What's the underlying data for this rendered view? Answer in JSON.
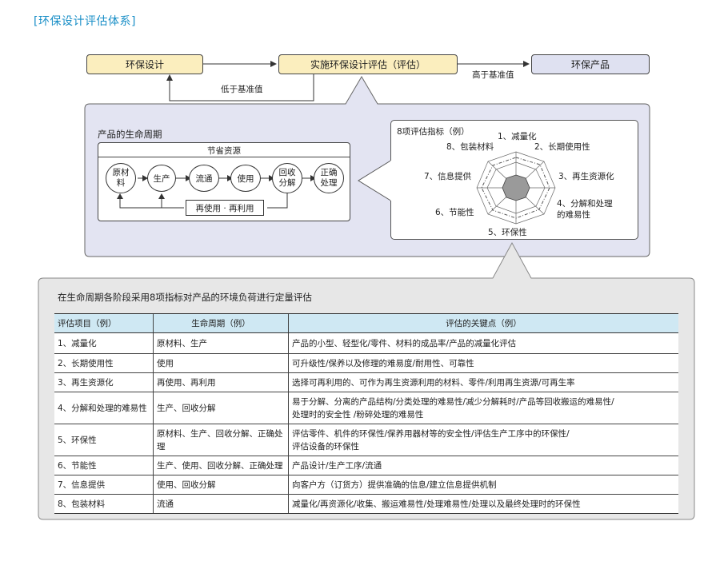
{
  "title": "[环保设计评估体系]",
  "flow": {
    "design": "环保设计",
    "evaluate": "实施环保设计评估（评估）",
    "product": "环保产品",
    "below": "低于基准值",
    "above": "高于基准值"
  },
  "lifecycle": {
    "title": "产品的生命周期",
    "save": "节省资源",
    "nodes": [
      "原材\n料",
      "生产",
      "流通",
      "使用",
      "回收\n分解",
      "正确\n处理"
    ],
    "reuse": "再使用 · 再利用"
  },
  "radar": {
    "title": "8项评估指标（例）",
    "labels": [
      "1、减量化",
      "2、长期使用性",
      "3、再生资源化",
      "4、分解和处理的难易性",
      "5、环保性",
      "6、节能性",
      "7、信息提供",
      "8、包装材料"
    ]
  },
  "table_section": {
    "heading": "在生命周期各阶段采用8项指标对产品的环境负荷进行定量评估",
    "headers": [
      "评估项目（例）",
      "生命周期（例）",
      "评估的关键点（例）"
    ],
    "rows": [
      [
        "1、减量化",
        "原材料、生产",
        "产品的小型、轻型化/零件、材料的成品率/产品的减量化评估"
      ],
      [
        "2、长期使用性",
        "使用",
        "可升级性/保养以及修理的难易度/耐用性、可靠性"
      ],
      [
        "3、再生资源化",
        "再使用、再利用",
        "选择可再利用的、可作为再生资源利用的材料、零件/利用再生资源/可再生率"
      ],
      [
        "4、分解和处理的难易性",
        "生产、回收分解",
        "易于分解、分离的产品结构/分类处理的难易性/减少分解耗时/产品等回收搬运的难易性/\n处理时的安全性 /粉碎处理的难易性"
      ],
      [
        "5、环保性",
        "原材料、生产、回收分解、正确处理",
        "评估零件、机件的环保性/保养用器材等的安全性/评估生产工序中的环保性/\n评估设备的环保性"
      ],
      [
        "6、节能性",
        "生产、使用、回收分解、正确处理",
        "产品设计/生产工序/流通"
      ],
      [
        "7、信息提供",
        "使用、回收分解",
        "向客户方（订货方）提供准确的信息/建立信息提供机制"
      ],
      [
        "8、包装材料",
        "流通",
        "减量化/再资源化/收集、搬运难易性/处理难易性/处理以及最终处理时的环保性"
      ]
    ]
  },
  "colors": {
    "title_blue": "#1a8fc7",
    "design_fill": "#fbeebe",
    "product_fill": "#dfe1f1",
    "panel_fill": "#e3e4f2",
    "gray_panel": "#e7e7e7",
    "table_header": "#cfe8f3"
  }
}
